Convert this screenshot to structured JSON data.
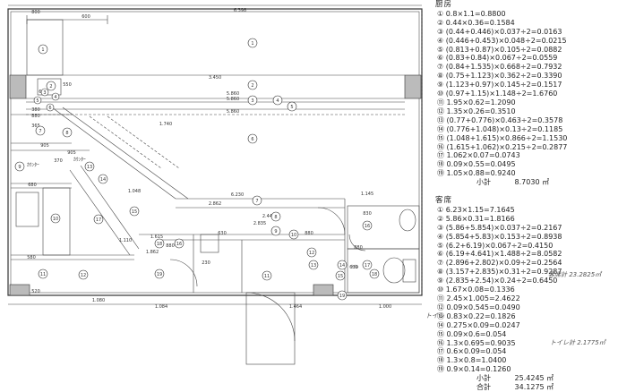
{
  "plan": {
    "dims": [
      "800",
      "600",
      "6.398",
      "3.450",
      "5.860",
      "5.860",
      "5.860",
      "6.230",
      "1.145",
      "2.862",
      "2.835",
      "1.615",
      "1.862",
      "630",
      "230",
      "880",
      "520",
      "1.080",
      "1.084",
      "1.464",
      "1.000",
      "880",
      "580",
      "905",
      "2.445",
      "1.740",
      "380",
      "640",
      "550",
      "880",
      "905",
      "680",
      "1.110",
      "880",
      "1.048",
      "365",
      "370",
      "830",
      "630"
    ],
    "room_labels": [
      "ｶｳﾝﾀｰ",
      "ｶｳﾝﾀｰ",
      "ﾄｲﾚ"
    ],
    "markers": [
      "1",
      "2",
      "3",
      "4",
      "5",
      "6",
      "7",
      "8",
      "9",
      "10",
      "11",
      "12",
      "13",
      "14",
      "15",
      "16",
      "17",
      "18",
      "19"
    ]
  },
  "kitchen": {
    "title": "厨房",
    "lines": [
      "① 0.8×1.1=0.8800",
      "② 0.44×0.36=0.1584",
      "③ (0.44+0.446)×0.037÷2=0.0163",
      "④ (0.446+0.453)×0.048÷2=0.0215",
      "⑤ (0.813+0.87)×0.105÷2=0.0882",
      "⑥ (0.83+0.84)×0.067÷2=0.0559",
      "⑦ (0.84+1.535)×0.668÷2=0.7932",
      "⑧ (0.75+1.123)×0.362÷2=0.3390",
      "⑨ (1.123+0.97)×0.145÷2=0.1517",
      "⑩ (0.97+1.15)×1.148÷2=1.6760",
      "⑪ 1.95×0.62=1.2090",
      "⑫ 1.35×0.26=0.3510",
      "⑬ (0.77+0.776)×0.463÷2=0.3578",
      "⑭ (0.776+1.048)×0.13÷2=0.1185",
      "⑮ (1.048+1.615)×0.866÷2=1.1530",
      "⑯ (1.615+1.062)×0.215÷2=0.2877",
      "⑰ 1.062×0.07=0.0743",
      "⑱ 0.09×0.55=0.0495",
      "⑲ 1.05×0.88=0.9240"
    ],
    "subtotal_label": "小計",
    "subtotal_value": "8.7030 ㎡"
  },
  "guest": {
    "title": "客席",
    "lines": [
      "① 6.23×1.15=7.1645",
      "② 5.86×0.31=1.8166",
      "③ (5.86+5.854)×0.037÷2=0.2167",
      "④ (5.854+5.83)×0.153÷2=0.8938",
      "⑤ (6.2+6.19)×0.067÷2=0.4150",
      "⑥ (6.19+4.641)×1.488÷2=8.0582",
      "⑦ (2.896+2.802)×0.09÷2=0.2564",
      "⑧ (3.157+2.835)×0.31÷2=0.9287",
      "⑨ (2.835+2.54)×0.24÷2=0.6450",
      "⑩ 1.67×0.08=0.1336",
      "⑪ 2.45×1.005=2.4622",
      "⑫ 0.09×0.545=0.0490",
      "⑬ 0.83×0.22=0.1826",
      "⑭ 0.275×0.09=0.0247",
      "⑮ 0.09×0.6=0.054",
      "⑯ 1.3×0.695=0.9035",
      "⑰ 0.6×0.09=0.054",
      "⑱ 1.3×0.8=1.0400",
      "⑲ 0.9×0.14=0.1260"
    ],
    "subtotal_label": "小計",
    "subtotal_value": "25.4245 ㎡",
    "total_label": "合計",
    "total_value": "34.1275 ㎡"
  },
  "notes": {
    "guest_hand": "客席計 23.2825㎡",
    "toilet_mark": "トイレ",
    "toilet_hand": "トイレ計 2.1775㎡"
  }
}
